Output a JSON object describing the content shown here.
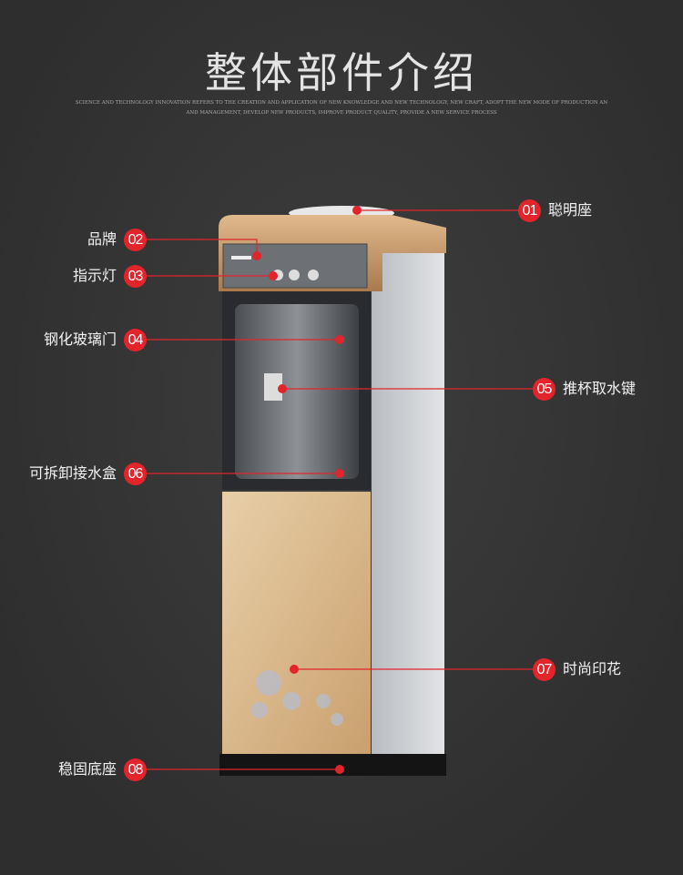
{
  "title": "整体部件介绍",
  "subtitle": [
    "SCIENCE AND TECHNOLOGY INNOVATION REFERS TO THE CREATION AND APPLICATION OF NEW KNOWLEDGE AND NEW TECHNOLOGY, NEW CRAFT, ADOPT THE NEW MODE OF PRODUCTION AN",
    "AND MANAGEMENT, DEVELOP NEW PRODUCTS, IMPROVE PRODUCT QUALITY, PROVIDE A NEW SERVICE PROCESS"
  ],
  "parts": [
    {
      "num": "01",
      "label": "聪明座"
    },
    {
      "num": "02",
      "label": "品牌"
    },
    {
      "num": "03",
      "label": "指示灯"
    },
    {
      "num": "04",
      "label": "钢化玻璃门"
    },
    {
      "num": "05",
      "label": "推杯取水键"
    },
    {
      "num": "06",
      "label": "可拆卸接水盒"
    },
    {
      "num": "07",
      "label": "时尚印花"
    },
    {
      "num": "08",
      "label": "稳固底座"
    }
  ],
  "colors": {
    "accent": "#e3242b",
    "gold": "#c9a070",
    "background": "#353535"
  }
}
